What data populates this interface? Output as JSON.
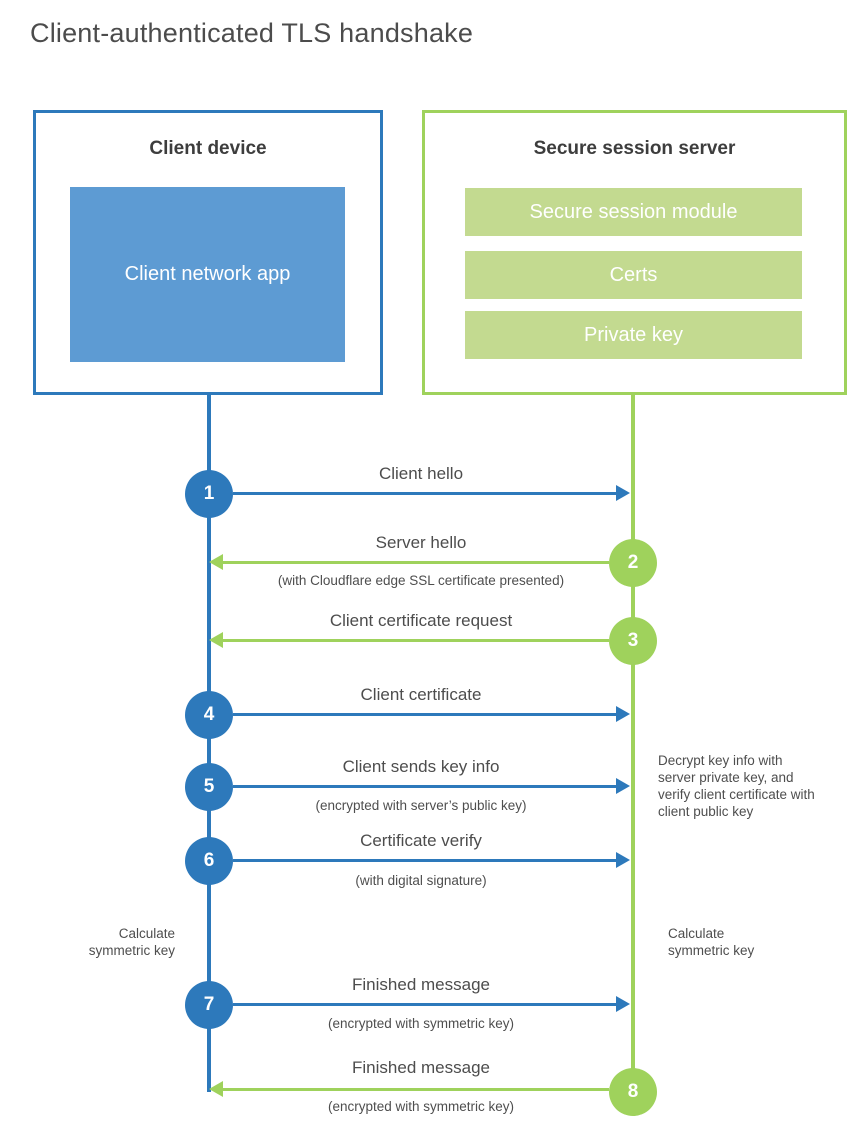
{
  "title": "Client-authenticated TLS handshake",
  "colors": {
    "blue_accent": "#2d79bb",
    "blue_fill": "#5d9bd3",
    "green_accent": "#9fd25c",
    "green_fill": "#c3da90"
  },
  "client": {
    "title": "Client device",
    "app_label": "Client network app"
  },
  "server": {
    "title": "Secure session server",
    "modules": [
      "Secure session module",
      "Certs",
      "Private key"
    ]
  },
  "steps": [
    {
      "num": "1",
      "from": "client",
      "direction": "right",
      "label": "Client hello",
      "sub": ""
    },
    {
      "num": "2",
      "from": "server",
      "direction": "left",
      "label": "Server hello",
      "sub": "(with Cloudflare edge SSL certificate presented)"
    },
    {
      "num": "3",
      "from": "server",
      "direction": "left",
      "label": "Client certificate request",
      "sub": ""
    },
    {
      "num": "4",
      "from": "client",
      "direction": "right",
      "label": "Client certificate",
      "sub": ""
    },
    {
      "num": "5",
      "from": "client",
      "direction": "right",
      "label": "Client sends key info",
      "sub": "(encrypted with server’s public key)"
    },
    {
      "num": "6",
      "from": "client",
      "direction": "right",
      "label": "Certificate verify",
      "sub": "(with digital signature)"
    },
    {
      "num": "7",
      "from": "client",
      "direction": "right",
      "label": "Finished message",
      "sub": "(encrypted with symmetric key)"
    },
    {
      "num": "8",
      "from": "server",
      "direction": "left",
      "label": "Finished message",
      "sub": "(encrypted with symmetric key)"
    }
  ],
  "annotations": {
    "decrypt_note": "Decrypt key info with server private key, and verify client certificate with client public key",
    "calc_left": "Calculate symmetric key",
    "calc_right": "Calculate symmetric key"
  }
}
